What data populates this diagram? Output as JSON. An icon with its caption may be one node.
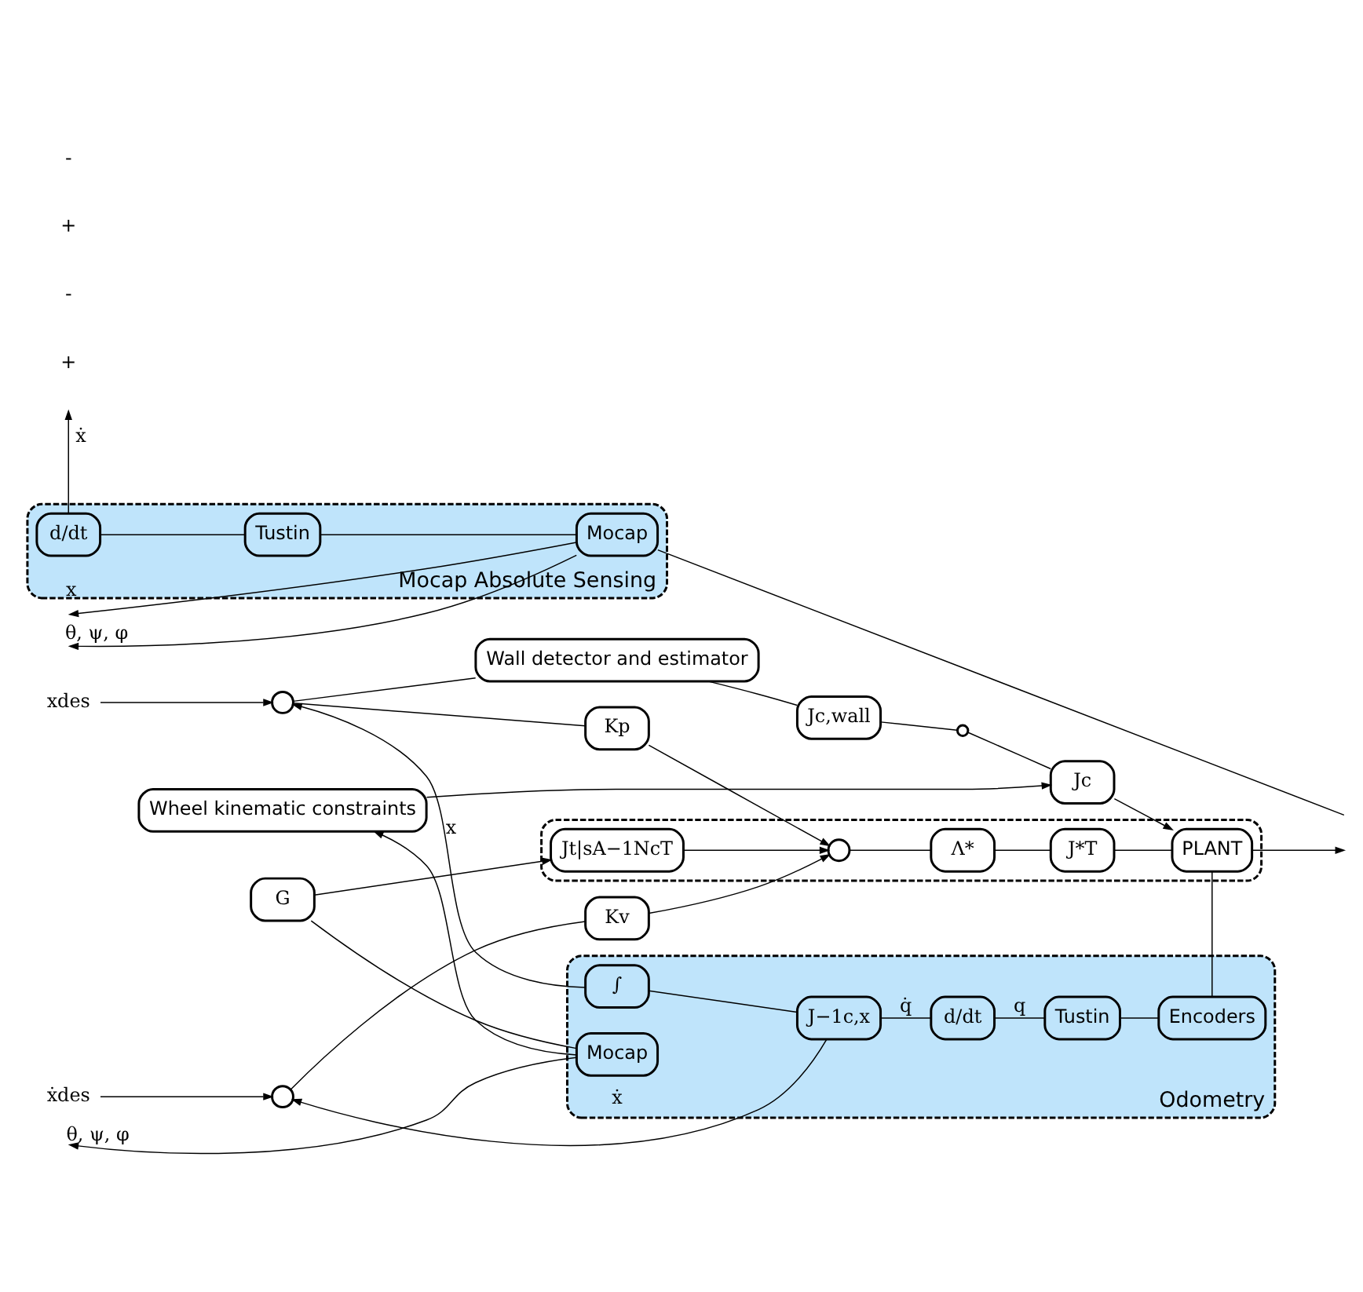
{
  "diagram": {
    "nodes": [
      {
        "text": [
          "xdes"
        ]
      },
      {
        "text": [
          "ẋdes"
        ]
      },
      {
        "text": [],
        "shape": "circle"
      },
      {
        "text": [],
        "shape": "circle"
      },
      {
        "text": [
          "Wheel kinematic constraints"
        ]
      },
      {
        "text": [
          "Wall detector and estimator"
        ]
      },
      {
        "text": [
          "Jc,wall"
        ]
      },
      {
        "text": [
          "Jc"
        ]
      },
      {
        "text": [],
        "shape": "circle"
      },
      {
        "text": [
          "Kp"
        ]
      },
      {
        "text": [
          "Kv"
        ]
      },
      {
        "text": [
          "G"
        ]
      },
      {
        "text": [],
        "shape": "box"
      },
      {
        "text": [],
        "shape": "circle",
        "in": 12
      },
      {
        "text": [
          "Λ*"
        ],
        "in": 12
      },
      {
        "text": [
          "J*T"
        ],
        "in": 12
      },
      {
        "text": [
          "PLANT"
        ],
        "in": 12
      },
      {
        "text": [
          "Jt|sA−1NcT"
        ],
        "in": 12
      },
      {
        "text": [
          "Odometry"
        ]
      },
      {
        "text": [
          "∫"
        ],
        "in": 18
      },
      {
        "text": [
          "J−1c,x"
        ],
        "in": 18
      },
      {
        "text": [
          "d/dt"
        ],
        "in": 18
      },
      {
        "text": [
          "Tustin"
        ],
        "in": 18
      },
      {
        "text": [
          "Encoders"
        ],
        "in": 18
      },
      {
        "text": [
          "Mocap"
        ],
        "in": 18
      },
      {
        "text": [
          "Mocap Absolute Sensing"
        ]
      },
      {
        "text": [
          "d/dt"
        ],
        "in": 25
      },
      {
        "text": [
          "Tustin"
        ],
        "in": 25
      },
      {
        "text": [
          "Mocap"
        ],
        "in": 25
      }
    ],
    "edges": [
      {
        "from": 0,
        "to": 2,
        "arrow": "to"
      },
      {
        "from": 1,
        "to": 3,
        "arrow": "to"
      },
      {
        "from": 2,
        "to": 9,
        "arrow": "none"
      },
      {
        "from": 3,
        "to": 10,
        "arrow": "none"
      },
      {
        "from": 2,
        "to": 5,
        "arrow": "none"
      },
      {
        "from": 24,
        "to": 4,
        "arrow": "to"
      },
      {
        "from": 24,
        "to": 11,
        "arrow": "none"
      },
      {
        "from": 4,
        "to": 7,
        "arrow": "to"
      },
      {
        "from": 5,
        "to": 6,
        "arrow": "none"
      },
      {
        "from": 6,
        "to": 8,
        "arrow": "none"
      },
      {
        "from": 8,
        "to": 7,
        "arrow": "none"
      },
      {
        "from": 7,
        "to": 16,
        "arrow": "to"
      },
      {
        "from": 9,
        "to": 13,
        "arrow": "to"
      },
      {
        "from": 10,
        "to": 13,
        "arrow": "to"
      },
      {
        "from": 11,
        "to": 17,
        "arrow": "to"
      },
      {
        "from": 17,
        "to": 13,
        "arrow": "to"
      },
      {
        "from": 13,
        "to": 14,
        "arrow": "none"
      },
      {
        "from": 14,
        "to": 15,
        "arrow": "none"
      },
      {
        "from": 15,
        "to": 16,
        "arrow": "none"
      },
      {
        "from": 16,
        "to": 23,
        "arrow": "none"
      },
      {
        "from": 16,
        "to": null,
        "arrow": "to"
      },
      {
        "from": 23,
        "to": 22,
        "arrow": "none"
      },
      {
        "from": 22,
        "to": 21,
        "arrow": "none",
        "label": "q"
      },
      {
        "from": 21,
        "to": 20,
        "arrow": "none",
        "label": "q̇"
      },
      {
        "from": 20,
        "to": 19,
        "arrow": "none"
      },
      {
        "from": 19,
        "to": 2,
        "arrow": "to",
        "label": "x"
      },
      {
        "from": 20,
        "to": 3,
        "arrow": "to",
        "label": "ẋ"
      },
      {
        "from": 24,
        "to": null,
        "arrow": "to",
        "label": "θ, ψ, φ"
      },
      {
        "from": null,
        "to": 28,
        "arrow": "none"
      },
      {
        "from": 28,
        "to": null,
        "arrow": "to",
        "label": "x"
      },
      {
        "from": 28,
        "to": 27,
        "arrow": "none"
      },
      {
        "from": 27,
        "to": 26,
        "arrow": "none"
      },
      {
        "from": 26,
        "to": null,
        "arrow": "to",
        "label": "ẋ"
      },
      {
        "from": 28,
        "to": null,
        "arrow": "to",
        "label": "θ, ψ, φ"
      }
    ],
    "labels": [
      "+",
      "-",
      "+",
      "-"
    ]
  }
}
